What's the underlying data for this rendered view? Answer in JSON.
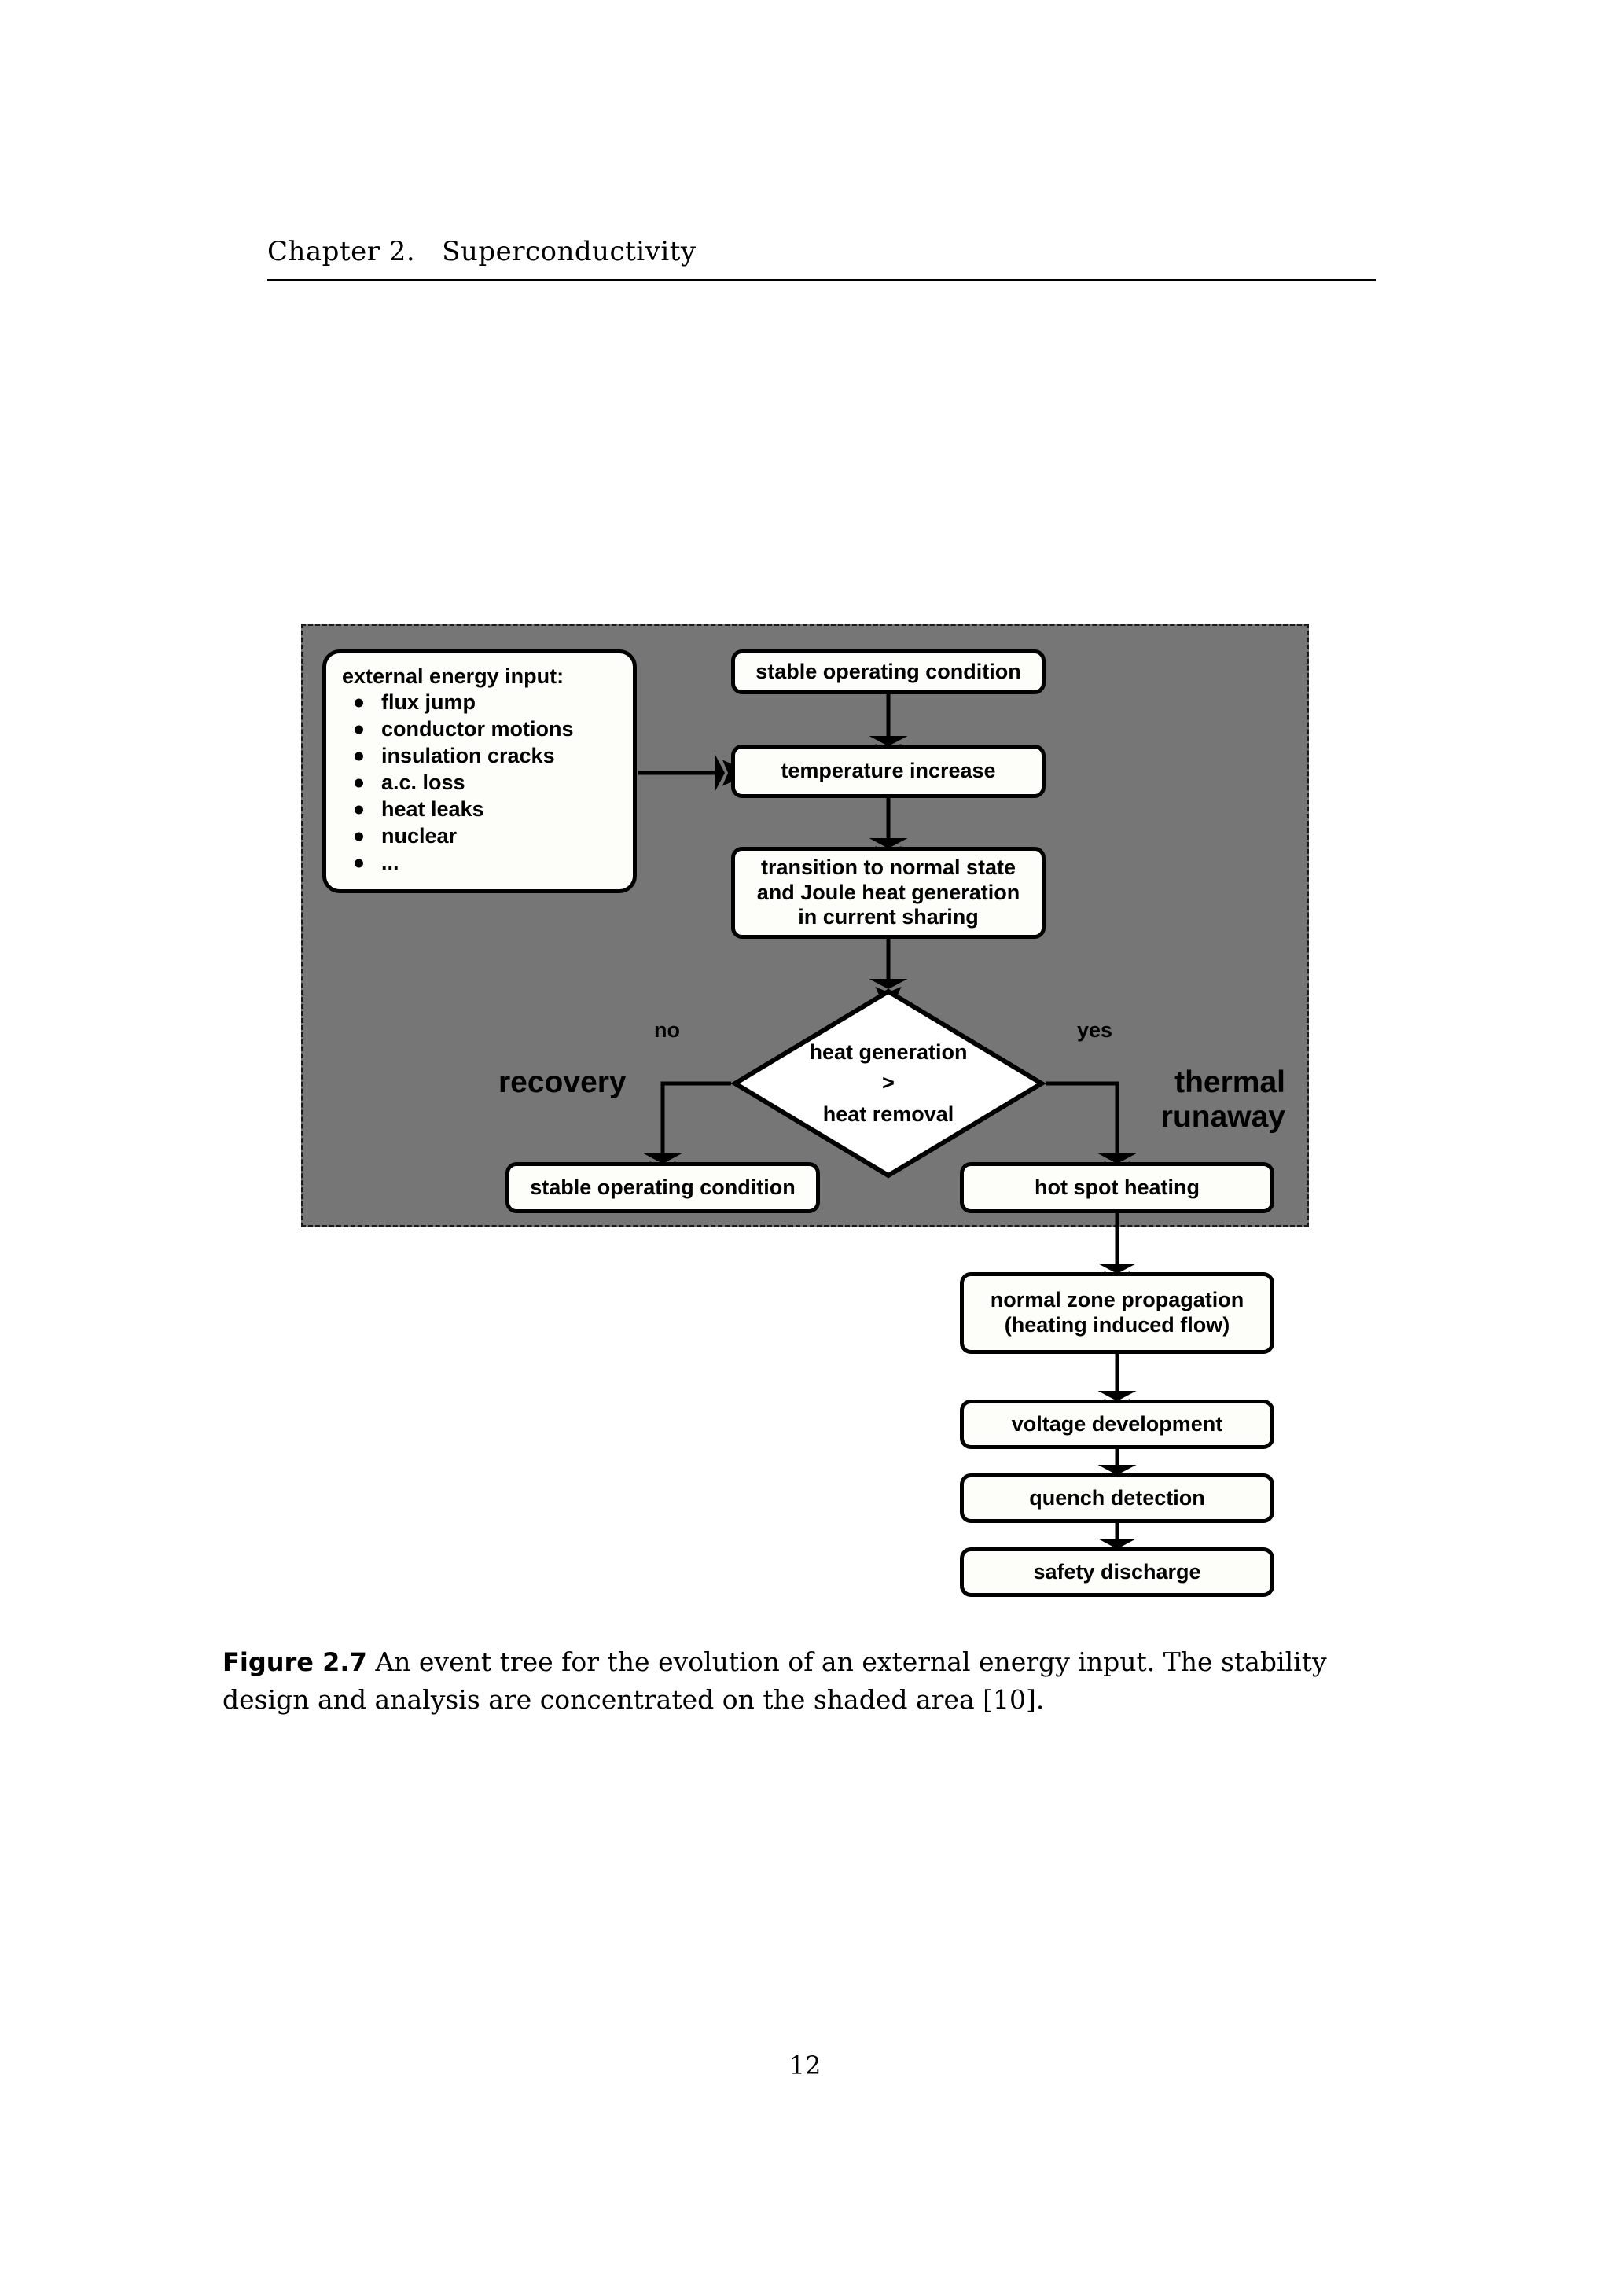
{
  "page": {
    "running_header": "Chapter 2.   Superconductivity",
    "folio": "12"
  },
  "figure": {
    "shaded_color": "#767676",
    "node_fill": "#fdfdfa",
    "node_stroke": "#000000",
    "input_node": {
      "title": "external energy input:",
      "items": [
        "flux jump",
        "conductor motions",
        "insulation cracks",
        "a.c. loss",
        "heat leaks",
        "nuclear",
        "..."
      ]
    },
    "nodes": {
      "stable_operating_top": "stable operating condition",
      "temperature_increase": "temperature increase",
      "transition_line1": "transition to normal state",
      "transition_line2": "and Joule heat generation",
      "transition_line3": "in current sharing",
      "decision_line1": "heat generation",
      "decision_line2": ">",
      "decision_line3": "heat removal",
      "stable_operating_bottom": "stable operating condition",
      "hot_spot_heating": "hot spot heating",
      "normal_zone_line1": "normal zone propagation",
      "normal_zone_line2": "(heating induced flow)",
      "voltage_development": "voltage development",
      "quench_detection": "quench detection",
      "safety_discharge": "safety discharge"
    },
    "branch_labels": {
      "no": "no",
      "yes": "yes",
      "recovery": "recovery",
      "thermal_line1": "thermal",
      "thermal_line2": "runaway"
    }
  },
  "caption": {
    "label": "Figure 2.7",
    "text": " An event tree for the evolution of an external energy input.  The stability design and analysis are concentrated on the shaded area [10]."
  }
}
